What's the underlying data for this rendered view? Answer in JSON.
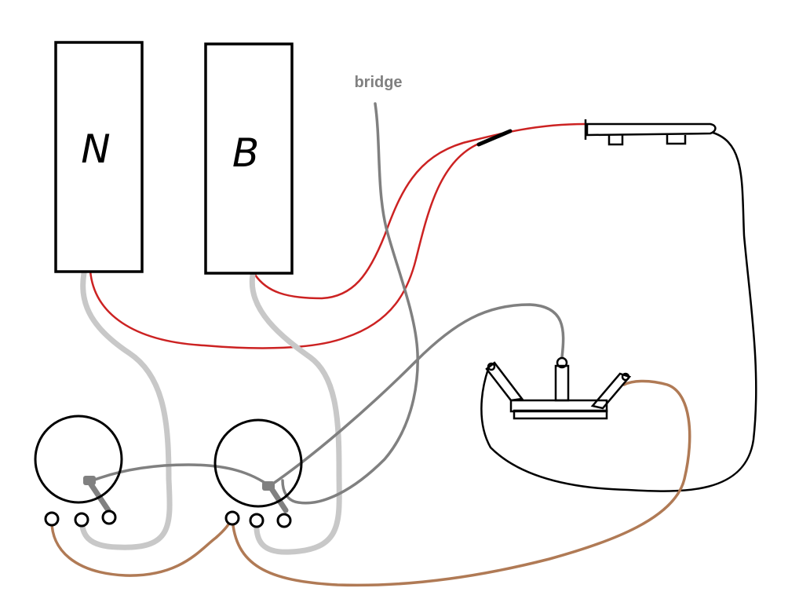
{
  "pickups": {
    "neck": {
      "letter": "N"
    },
    "bridge": {
      "letter": "B"
    }
  },
  "labels": {
    "bridge_wire": "bridge"
  },
  "colors": {
    "outline": "#000000",
    "hot_wire": "#cc2222",
    "ground_wire": "#c8c8c8",
    "signal_wire": "#808080",
    "brown_wire": "#b07a55",
    "label": "#808080"
  }
}
